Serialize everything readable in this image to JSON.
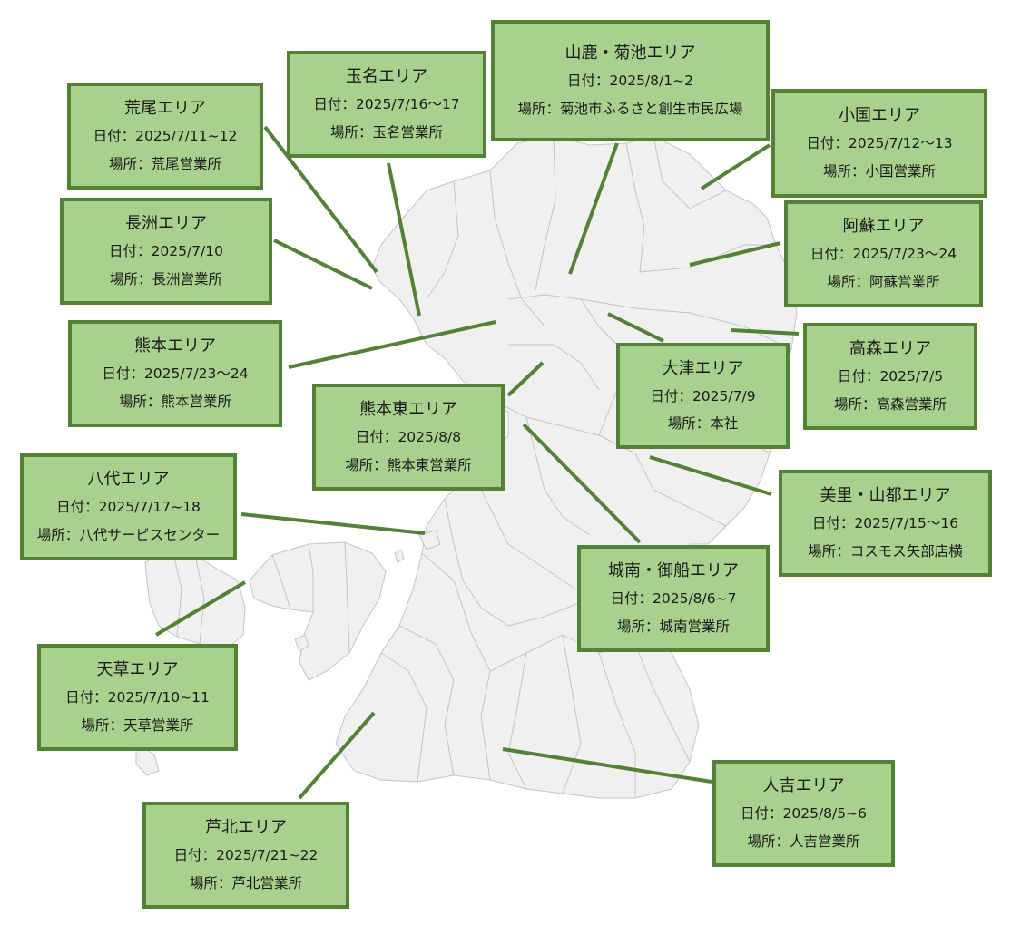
{
  "labels": {
    "date": "日付：",
    "place": "場所："
  },
  "colors": {
    "box_fill": "#a9d18e",
    "box_border": "#538135",
    "leader_line": "#538135",
    "land_fill": "#f0f0f0",
    "land_border": "#c4c4c4"
  },
  "areas": [
    {
      "id": "arao",
      "title": "荒尾エリア",
      "date": "2025/7/11~12",
      "place": "荒尾営業所"
    },
    {
      "id": "tamana",
      "title": "玉名エリア",
      "date": "2025/7/16～17",
      "place": "玉名営業所"
    },
    {
      "id": "yamaga-kikuchi",
      "title": "山鹿・菊池エリア",
      "date": "2025/8/1~2",
      "place": "菊池市ふるさと創生市民広場"
    },
    {
      "id": "oguni",
      "title": "小国エリア",
      "date": "2025/7/12～13",
      "place": "小国営業所"
    },
    {
      "id": "nagasu",
      "title": "長洲エリア",
      "date": "2025/7/10",
      "place": "長洲営業所"
    },
    {
      "id": "aso",
      "title": "阿蘇エリア",
      "date": "2025/7/23～24",
      "place": "阿蘇営業所"
    },
    {
      "id": "kumamoto",
      "title": "熊本エリア",
      "date": "2025/7/23～24",
      "place": "熊本営業所"
    },
    {
      "id": "takamori",
      "title": "高森エリア",
      "date": "2025/7/5",
      "place": "高森営業所"
    },
    {
      "id": "ozu",
      "title": "大津エリア",
      "date": "2025/7/9",
      "place": "本社"
    },
    {
      "id": "kumamoto-east",
      "title": "熊本東エリア",
      "date": "2025/8/8",
      "place": "熊本東営業所"
    },
    {
      "id": "yatsushiro",
      "title": "八代エリア",
      "date": "2025/7/17~18",
      "place": "八代サービスセンター"
    },
    {
      "id": "misato-yamato",
      "title": "美里・山都エリア",
      "date": "2025/7/15～16",
      "place": "コスモス矢部店横"
    },
    {
      "id": "jonan-mifune",
      "title": "城南・御船エリア",
      "date": "2025/8/6~7",
      "place": "城南営業所"
    },
    {
      "id": "amakusa",
      "title": "天草エリア",
      "date": "2025/7/10~11",
      "place": "天草営業所"
    },
    {
      "id": "hitoyoshi",
      "title": "人吉エリア",
      "date": "2025/8/5~6",
      "place": "人吉営業所"
    },
    {
      "id": "ashikita",
      "title": "芦北エリア",
      "date": "2025/7/21~22",
      "place": "芦北営業所"
    }
  ]
}
